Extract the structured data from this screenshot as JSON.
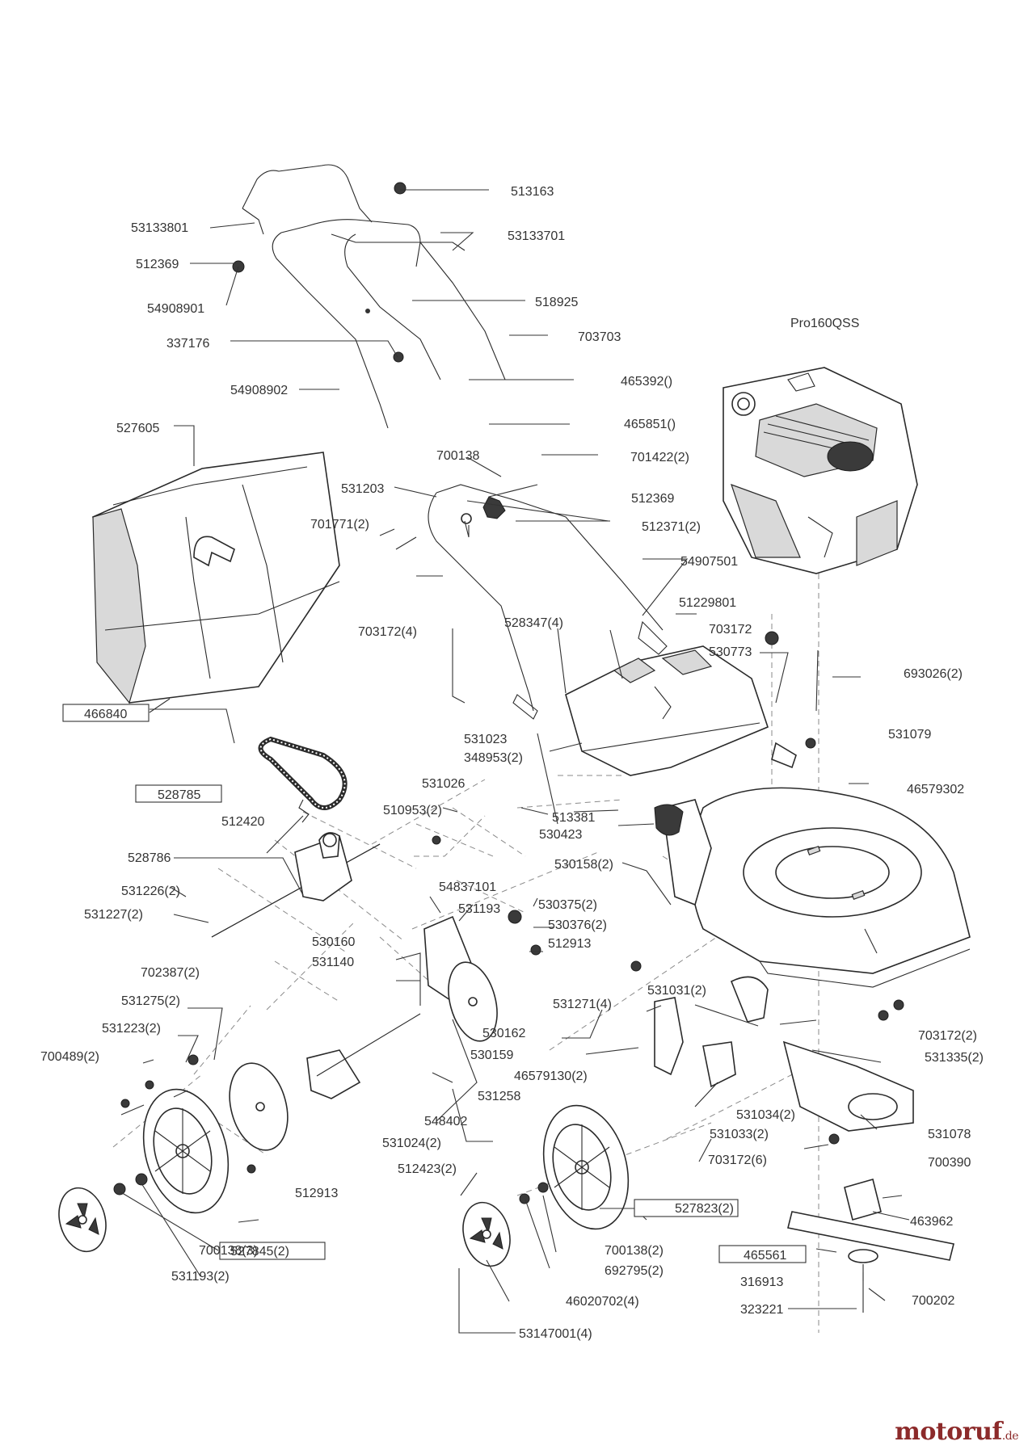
{
  "diagram": {
    "engine_label": "Pro160QSS",
    "labels": {
      "p513163": "513163",
      "p53133801": "53133801",
      "p53133701": "53133701",
      "p512369a": "512369",
      "p54908901": "54908901",
      "p518925": "518925",
      "p703703": "703703",
      "p337176": "337176",
      "p54908902": "54908902",
      "p465392": "465392()",
      "p465851": "465851()",
      "p527605": "527605",
      "p700138": "700138",
      "p701422": "701422(2)",
      "p531203": "531203",
      "p512369b": "512369",
      "p701771": "701771(2)",
      "p512371": "512371(2)",
      "p54907501": "54907501",
      "p51229801": "51229801",
      "p528347": "528347(4)",
      "p703172_4": "703172(4)",
      "p703172a": "703172",
      "p530773": "530773",
      "p693026": "693026(2)",
      "p466840": "466840",
      "p531023": "531023",
      "p348953": "348953(2)",
      "p531079": "531079",
      "p531026": "531026",
      "p46579302": "46579302",
      "p528785": "528785",
      "p510953": "510953(2)",
      "p513381": "513381",
      "p530423": "530423",
      "p512420": "512420",
      "p528786": "528786",
      "p530158": "530158(2)",
      "p531226": "531226(2)",
      "p531227": "531227(2)",
      "p54837101": "54837101",
      "p531193a": "531193",
      "p530375": "530375(2)",
      "p530376": "530376(2)",
      "p512913a": "512913",
      "p530160": "530160",
      "p531140": "531140",
      "p702387": "702387(2)",
      "p531275": "531275(2)",
      "p531271": "531271(4)",
      "p531031": "531031(2)",
      "p531223": "531223(2)",
      "p530162": "530162",
      "p703172_2": "703172(2)",
      "p700489": "700489(2)",
      "p530159": "530159",
      "p531335": "531335(2)",
      "p46579130": "46579130(2)",
      "p531258": "531258",
      "p531034": "531034(2)",
      "p548402": "548402",
      "p531078": "531078",
      "p531033": "531033(2)",
      "p531024": "531024(2)",
      "p703172_6": "703172(6)",
      "p700390": "700390",
      "p512423": "512423(2)",
      "p512913b": "512913",
      "p527823": "527823(2)",
      "p527845": "527845(2)",
      "p463962": "463962",
      "p700138_3": "700138(3)",
      "p700138_2": "700138(2)",
      "p465561": "465561",
      "p692795": "692795(2)",
      "p531193b": "531193(2)",
      "p316913": "316913",
      "p46020702": "46020702(4)",
      "p700202": "700202",
      "p323221": "323221",
      "p53147001": "53147001(4)"
    }
  },
  "brand": {
    "name_main": "motoruf",
    "name_suffix": ".de"
  }
}
